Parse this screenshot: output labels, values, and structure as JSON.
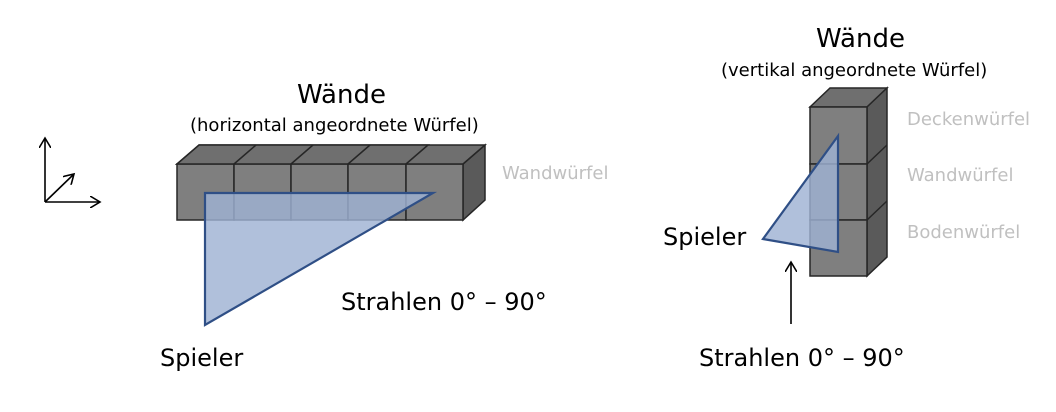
{
  "left": {
    "title": "Wände",
    "subtitle": "(horizontal angeordnete Würfel)",
    "cube_label": "Wandwürfel",
    "rays_label": "Strahlen 0° – 90°",
    "player_label": "Spieler"
  },
  "right": {
    "title": "Wände",
    "subtitle": "(vertikal angeordnete Würfel)",
    "cube_labels": [
      "Deckenwürfel",
      "Wandwürfel",
      "Bodenwürfel"
    ],
    "player_label": "Spieler",
    "rays_label": "Strahlen 0° – 90°"
  },
  "colors": {
    "cube_front": "#7f7f7f",
    "cube_top": "#6f6f6f",
    "cube_side": "#5a5a5a",
    "cube_edge": "#262626",
    "ray_fill": "#9fb2d3",
    "ray_stroke": "#2f4f86",
    "muted_text": "#c0c0c0"
  }
}
